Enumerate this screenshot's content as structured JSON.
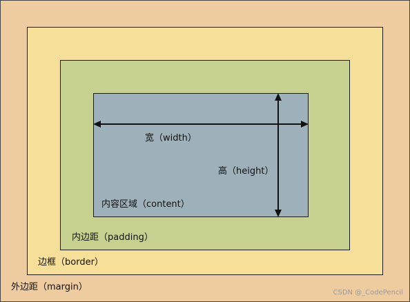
{
  "labels": {
    "width": "宽（width）",
    "height": "高（height）",
    "content": "内容区域（content）",
    "padding": "内边距（padding）",
    "border": "边框（border）",
    "margin": "外边距（margin）"
  },
  "watermark": "CSDN @_CodePencil",
  "colors": {
    "margin": "#efcc9f",
    "border": "#f6df98",
    "padding": "#c7d18f",
    "content": "#9eb0b9",
    "stroke": "#1a1a1a"
  }
}
